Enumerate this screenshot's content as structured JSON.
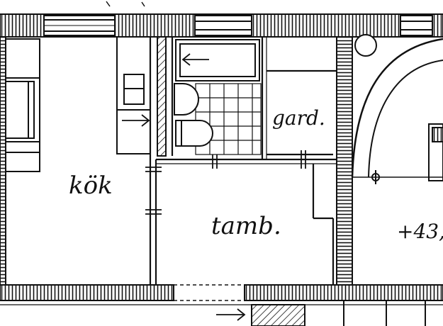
{
  "labels": {
    "kitchen": "kök",
    "closet": "gard.",
    "hall": "tamb.",
    "elevation": "+43,"
  },
  "colors": {
    "ink": "#111111",
    "paper": "#ffffff"
  },
  "icons": [
    "arrow-left-icon",
    "arrow-right-icon"
  ]
}
